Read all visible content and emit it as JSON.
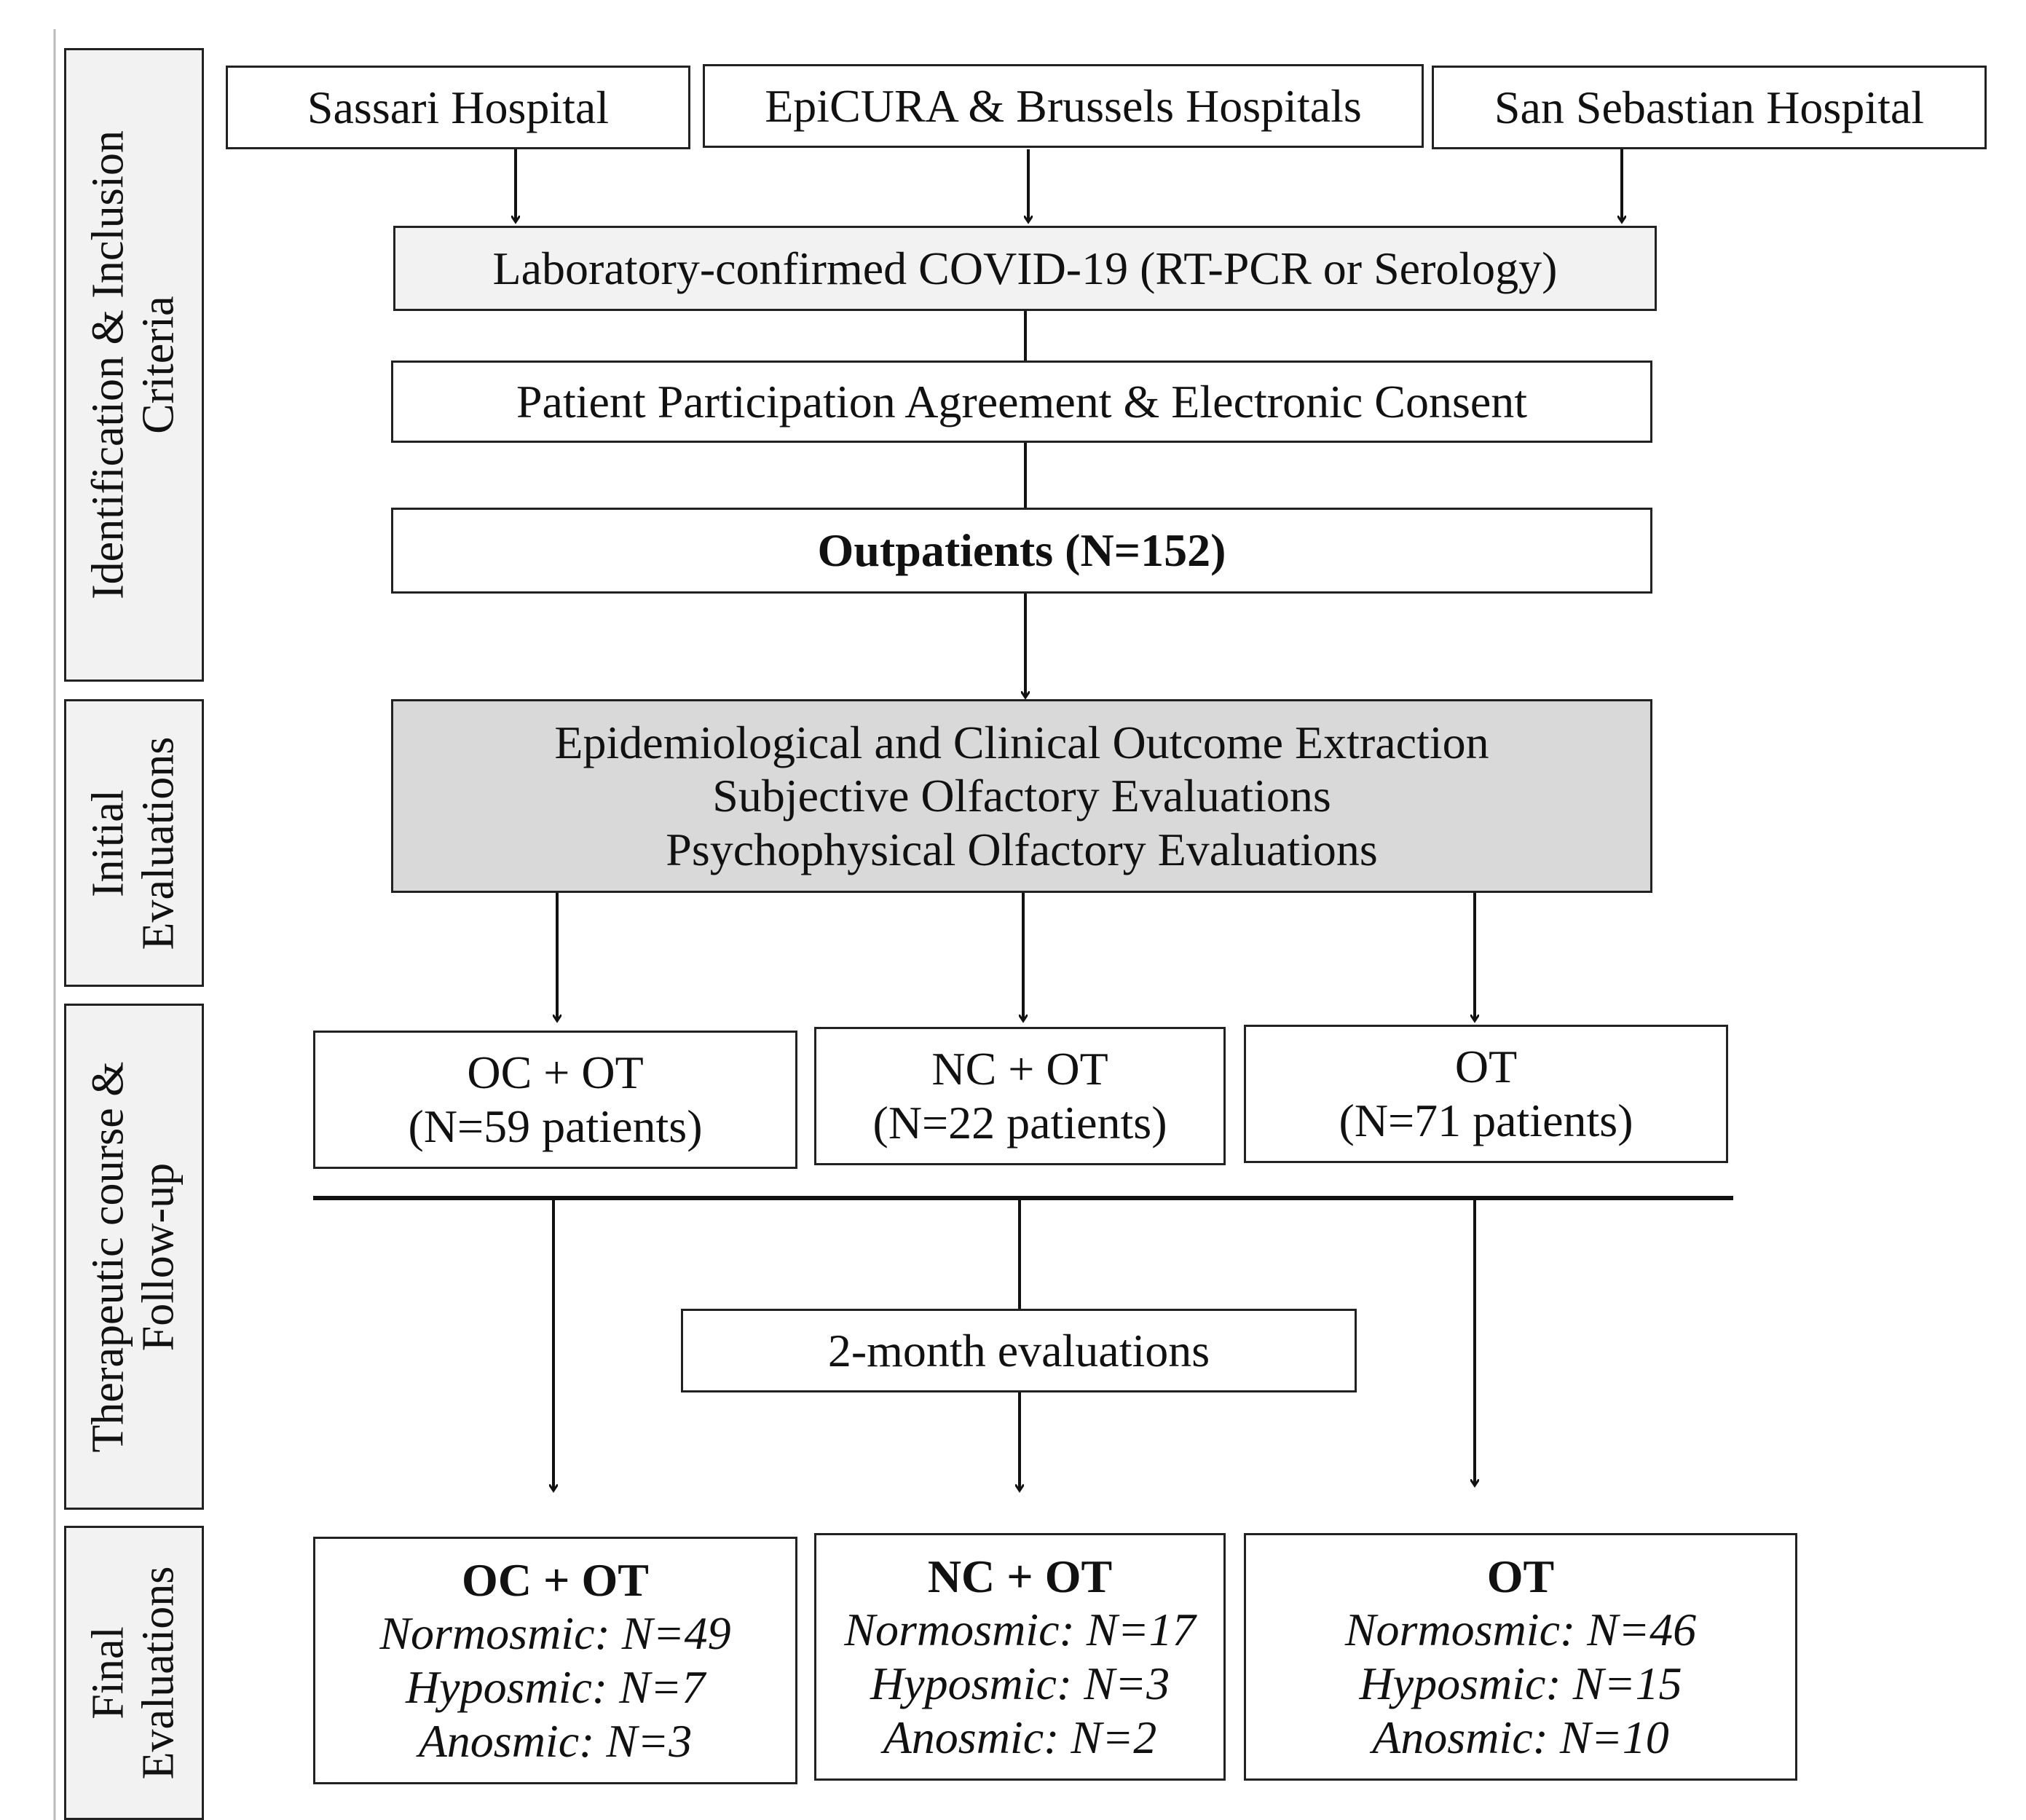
{
  "phases": {
    "identification": [
      "Identification & Inclusion",
      "Criteria"
    ],
    "initial": [
      "Initial",
      "Evaluations"
    ],
    "therapeutic": [
      "Therapeutic course &",
      "Follow-up"
    ],
    "final": [
      "Final",
      "Evaluations"
    ]
  },
  "sources": {
    "sassari": "Sassari Hospital",
    "epicura": "EpiCURA & Brussels Hospitals",
    "san_sebastian": "San Sebastian Hospital"
  },
  "steps": {
    "lab_confirmed": "Laboratory-confirmed COVID-19 (RT-PCR or Serology)",
    "consent": "Patient Participation Agreement & Electronic Consent",
    "outpatients": "Outpatients (N=152)"
  },
  "initial_evaluations": [
    "Epidemiological and Clinical Outcome Extraction",
    "Subjective Olfactory Evaluations",
    "Psychophysical Olfactory Evaluations"
  ],
  "groups": [
    {
      "name": "OC + OT",
      "count": "(N=59 patients)"
    },
    {
      "name": "NC + OT",
      "count": "(N=22 patients)"
    },
    {
      "name": "OT",
      "count": "(N=71 patients)"
    }
  ],
  "followup": "2-month evaluations",
  "final": [
    {
      "name": "OC + OT",
      "normosmic": "Normosmic: N=49",
      "hyposmic": "Hyposmic: N=7",
      "anosmic": "Anosmic: N=3"
    },
    {
      "name": "NC + OT",
      "normosmic": "Normosmic: N=17",
      "hyposmic": "Hyposmic: N=3",
      "anosmic": "Anosmic: N=2"
    },
    {
      "name": "OT",
      "normosmic": "Normosmic: N=46",
      "hyposmic": "Hyposmic: N=15",
      "anosmic": "Anosmic: N=10"
    }
  ]
}
